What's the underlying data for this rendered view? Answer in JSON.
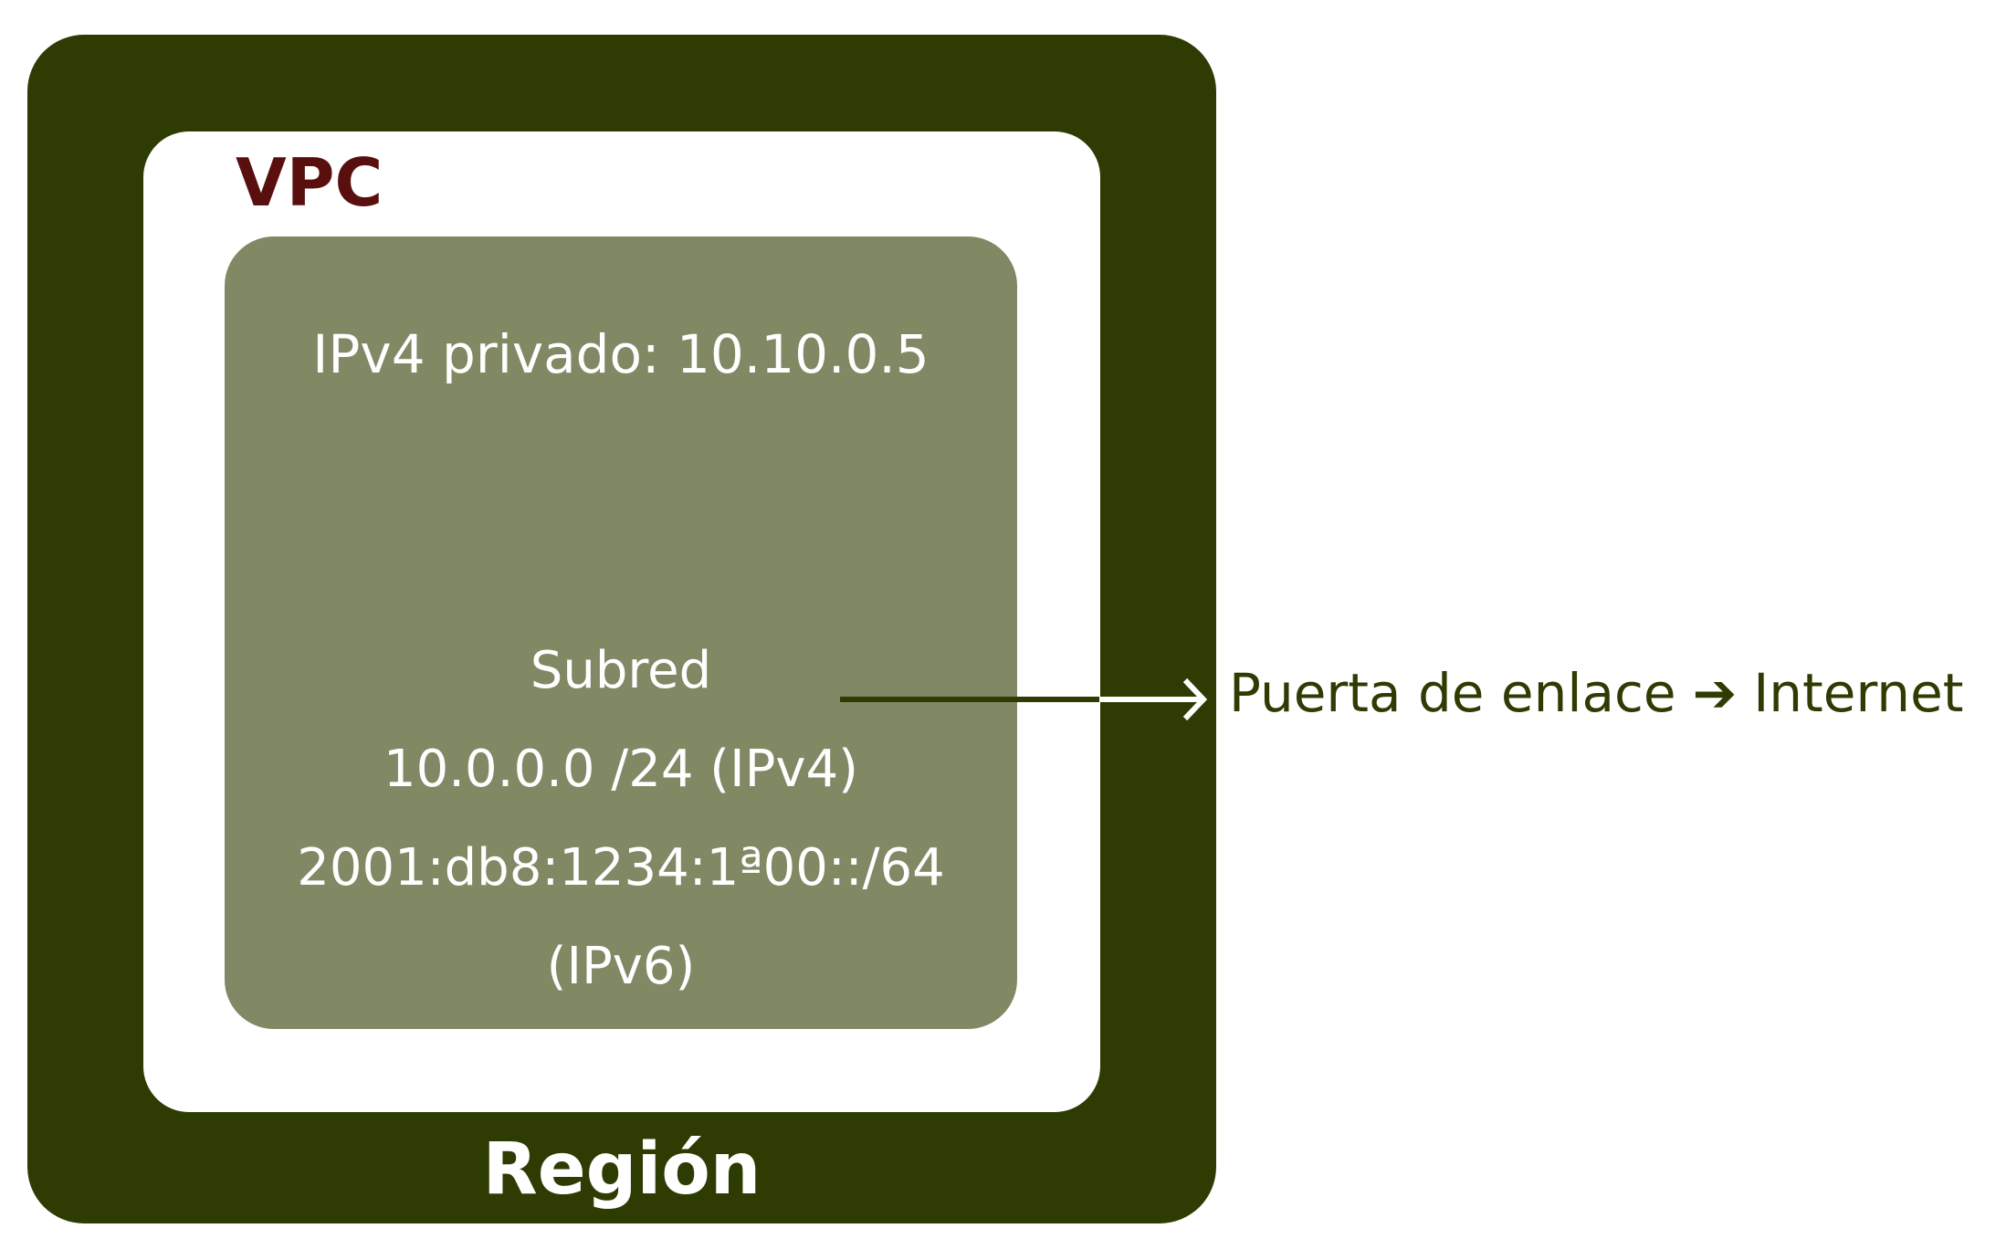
{
  "region": {
    "label": "Región"
  },
  "vpc": {
    "label": "VPC"
  },
  "subnet": {
    "private_ip": "IPv4 privado: 10.10.0.5",
    "title": "Subred",
    "ipv4_cidr": "10.0.0.0 /24 (IPv4)",
    "ipv6_cidr": "2001:db8:1234:1ª00::/64",
    "ipv6_suffix": "(IPv6)"
  },
  "gateway": {
    "label": "Puerta de enlace",
    "arrow_icon": "arrow-right-icon",
    "arrow_glyph": "➔",
    "destination": "Internet"
  },
  "colors": {
    "region": "#2e3c03",
    "vpc": "#ffffff",
    "subnet": "#808864",
    "vpc_label": "#5a0f0f",
    "gateway_text": "#2e3c03"
  }
}
